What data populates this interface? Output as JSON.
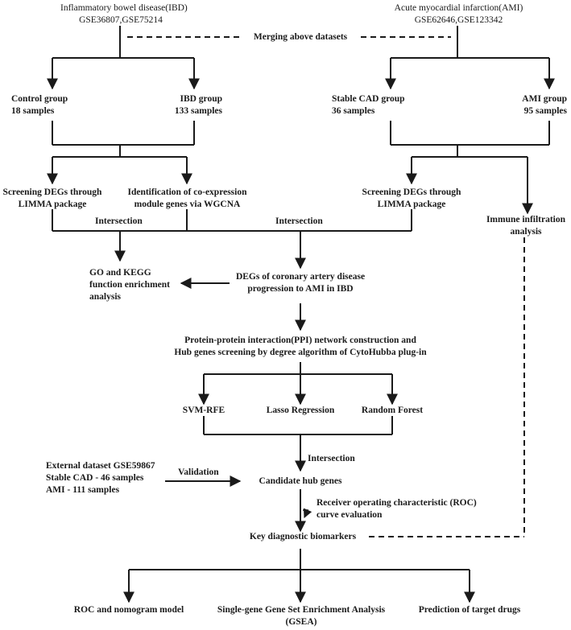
{
  "ibd": {
    "line1": "Inflammatory bowel disease(IBD)",
    "line2": "GSE36807,GSE75214"
  },
  "ami": {
    "line1": "Acute myocardial infarction(AMI)",
    "line2": "GSE62646,GSE123342"
  },
  "merging": "Merging above datasets",
  "control_group": {
    "line1": "Control group",
    "line2": "18 samples"
  },
  "ibd_group": {
    "line1": "IBD group",
    "line2": "133 samples"
  },
  "stable_cad_group": {
    "line1": "Stable CAD group",
    "line2": "36 samples"
  },
  "ami_group": {
    "line1": "AMI group",
    "line2": "95 samples"
  },
  "screening_left": {
    "line1": "Screening DEGs through",
    "line2": "LIMMA package"
  },
  "wgcna": {
    "line1": "Identification of co-expression",
    "line2": "module genes via WGCNA"
  },
  "screening_right": {
    "line1": "Screening DEGs through",
    "line2": "LIMMA package"
  },
  "immune": {
    "line1": "Immune infiltration",
    "line2": "analysis"
  },
  "intersection_left": "Intersection",
  "intersection_mid": "Intersection",
  "go_kegg": {
    "line1": "GO and KEGG",
    "line2": "function enrichment",
    "line3": "analysis"
  },
  "degs": {
    "line1": "DEGs of coronary artery disease",
    "line2": "progression to AMI in IBD"
  },
  "ppi": {
    "line1": "Protein-protein interaction(PPI) network construction and",
    "line2": "Hub genes screening by  degree algorithm of CytoHubba plug-in"
  },
  "svm": "SVM-RFE",
  "lasso": "Lasso Regression",
  "rf": "Random Forest",
  "intersection_low": "Intersection",
  "external": {
    "line1": "External dataset GSE59867",
    "line2": "Stable CAD - 46 samples",
    "line3": "AMI - 111 samples"
  },
  "validation": "Validation",
  "candidate": "Candidate hub genes",
  "roc_eval": {
    "line1": "Receiver operating characteristic (ROC)",
    "line2": "curve evaluation"
  },
  "key_biomarkers": "Key diagnostic biomarkers",
  "roc_nomogram": "ROC and  nomogram model",
  "gsea": {
    "line1": "Single-gene Gene Set Enrichment Analysis",
    "line2": "(GSEA)"
  },
  "drugs": "Prediction of target drugs"
}
